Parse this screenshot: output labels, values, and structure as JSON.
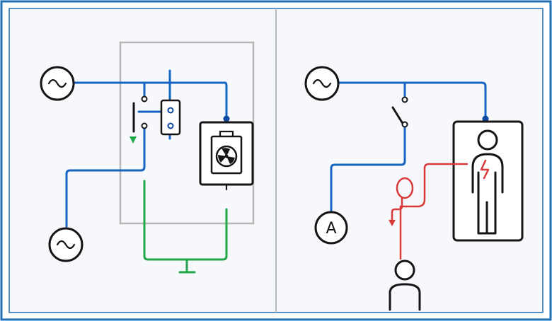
{
  "colors": {
    "frame_border": "#1f6fb2",
    "divider": "#b5b8bd",
    "panel_background": "#f7f8fb",
    "live_wire": "#1565c0",
    "ground_wire": "#22a84a",
    "body_current_path": "#d83a3a",
    "ink": "#151515",
    "enclosure": "#b7b7b7"
  },
  "left_panel": {
    "components": [
      {
        "id": "ac-source-top",
        "icon": "ac-source-icon"
      },
      {
        "id": "ac-source-bottom",
        "icon": "ac-source-icon"
      },
      {
        "id": "switch",
        "icon": "open-switch-icon"
      },
      {
        "id": "contactor",
        "icon": "relay-icon"
      },
      {
        "id": "appliance",
        "icon": "fan-appliance-icon"
      },
      {
        "id": "ground",
        "icon": "ground-symbol-icon"
      }
    ]
  },
  "right_panel": {
    "components": [
      {
        "id": "ac-source",
        "icon": "ac-source-icon"
      },
      {
        "id": "switch",
        "icon": "open-switch-icon"
      },
      {
        "id": "ammeter",
        "icon": "ammeter-icon",
        "label": "A"
      },
      {
        "id": "person-in-enclosure",
        "icon": "person-shock-icon"
      },
      {
        "id": "bystander",
        "icon": "person-icon"
      },
      {
        "id": "shock-path-head",
        "icon": "person-outline-icon"
      }
    ]
  }
}
